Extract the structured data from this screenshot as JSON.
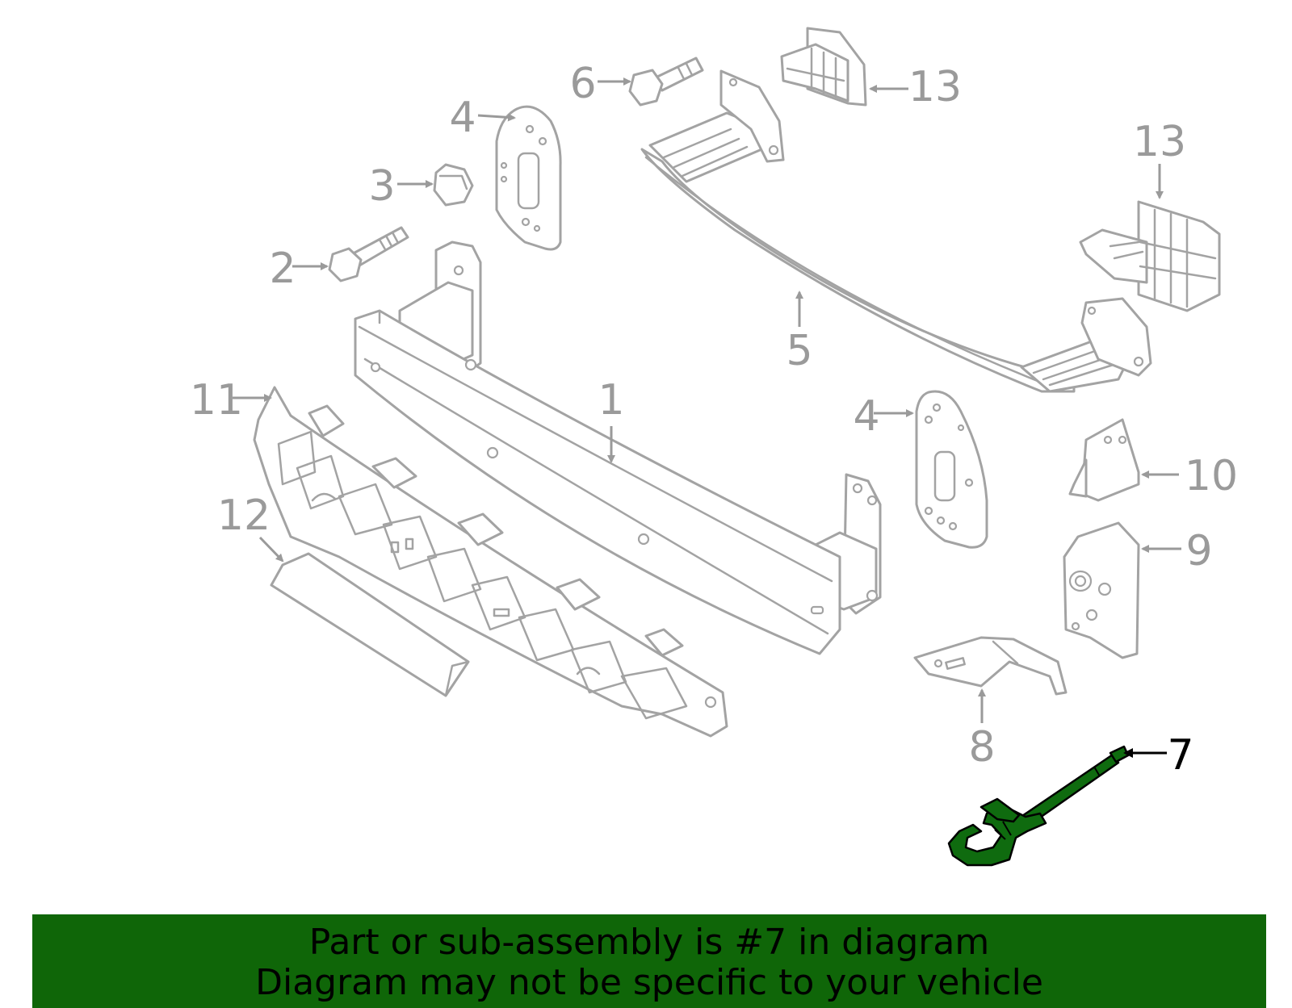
{
  "callouts": {
    "c1": "1",
    "c2": "2",
    "c3": "3",
    "c4a": "4",
    "c4b": "4",
    "c5": "5",
    "c6": "6",
    "c7": "7",
    "c8": "8",
    "c9": "9",
    "c10": "10",
    "c11": "11",
    "c12": "12",
    "c13a": "13",
    "c13b": "13"
  },
  "highlighted_part": "7",
  "colors": {
    "part_outline": "#a3a3a3",
    "highlight_fill": "#0f6b0f",
    "banner_background": "#0f6608"
  },
  "banner": {
    "line1": "Part or sub-assembly is #7 in diagram",
    "line2": "Diagram may not be specific to your vehicle"
  }
}
